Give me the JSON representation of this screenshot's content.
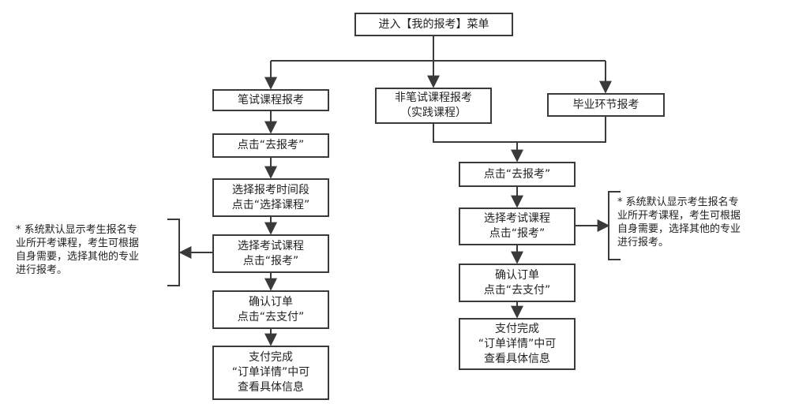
{
  "top": {
    "label": "进入【我的报考】菜单"
  },
  "left_branch": {
    "header": "笔试课程报考",
    "steps": [
      {
        "lines": [
          "点击“去报考”"
        ]
      },
      {
        "lines": [
          "选择报考时间段",
          "点击“选择课程”"
        ]
      },
      {
        "lines": [
          "选择考试课程",
          "点击“报考”"
        ]
      },
      {
        "lines": [
          "确认订单",
          "点击“去支付”"
        ]
      },
      {
        "lines": [
          "支付完成",
          "“订单详情”中可",
          "查看具体信息"
        ]
      }
    ],
    "note": [
      "* 系统默认显示考生报名专",
      "业所开考课程，考生可根据",
      "自身需要，选择其他的专业",
      "进行报考。"
    ]
  },
  "right_branch": {
    "header_a": {
      "lines": [
        "非笔试课程报考",
        "（实践课程）"
      ]
    },
    "header_b": "毕业环节报考",
    "steps": [
      {
        "lines": [
          "点击“去报考”"
        ]
      },
      {
        "lines": [
          "选择考试课程",
          "点击“报考”"
        ]
      },
      {
        "lines": [
          "确认订单",
          "点击“去支付”"
        ]
      },
      {
        "lines": [
          "支付完成",
          "“订单详情”中可",
          "查看具体信息"
        ]
      }
    ],
    "note": [
      "* 系统默认显示考生报名专",
      "业所开考课程，考生可根据",
      "自身需要，选择其他的专业",
      "进行报考。"
    ]
  }
}
